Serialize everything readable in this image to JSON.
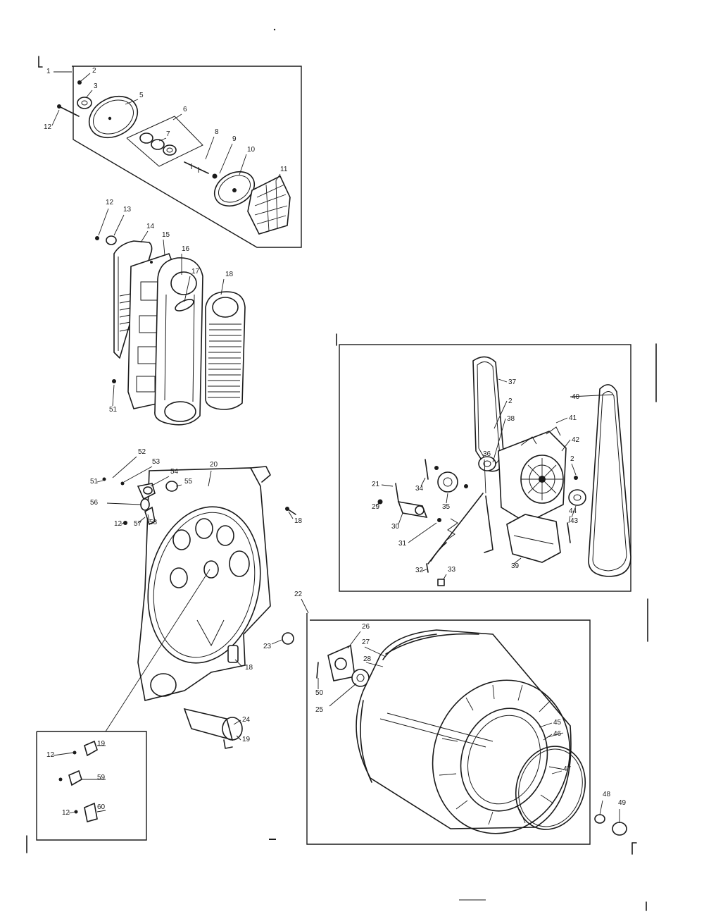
{
  "labels": {
    "fan": [
      "1",
      "2",
      "3",
      "5",
      "6",
      "7",
      "8",
      "9",
      "10",
      "11",
      "12"
    ],
    "duct": [
      "12",
      "13",
      "14",
      "15",
      "16",
      "17",
      "18",
      "51"
    ],
    "motor": [
      "37",
      "2",
      "38",
      "41",
      "40",
      "42",
      "21",
      "34",
      "35",
      "36",
      "2",
      "43",
      "29",
      "30",
      "31",
      "39",
      "44",
      "32",
      "33"
    ],
    "bulkhead": [
      "52",
      "53",
      "54",
      "55",
      "51",
      "56",
      "12",
      "57",
      "58",
      "20",
      "18",
      "23",
      "18",
      "24",
      "19"
    ],
    "drum": [
      "22",
      "26",
      "27",
      "28",
      "50",
      "25",
      "45",
      "46",
      "47",
      "48",
      "49"
    ],
    "inset": [
      "12",
      "19",
      "59",
      "12",
      "60"
    ]
  }
}
